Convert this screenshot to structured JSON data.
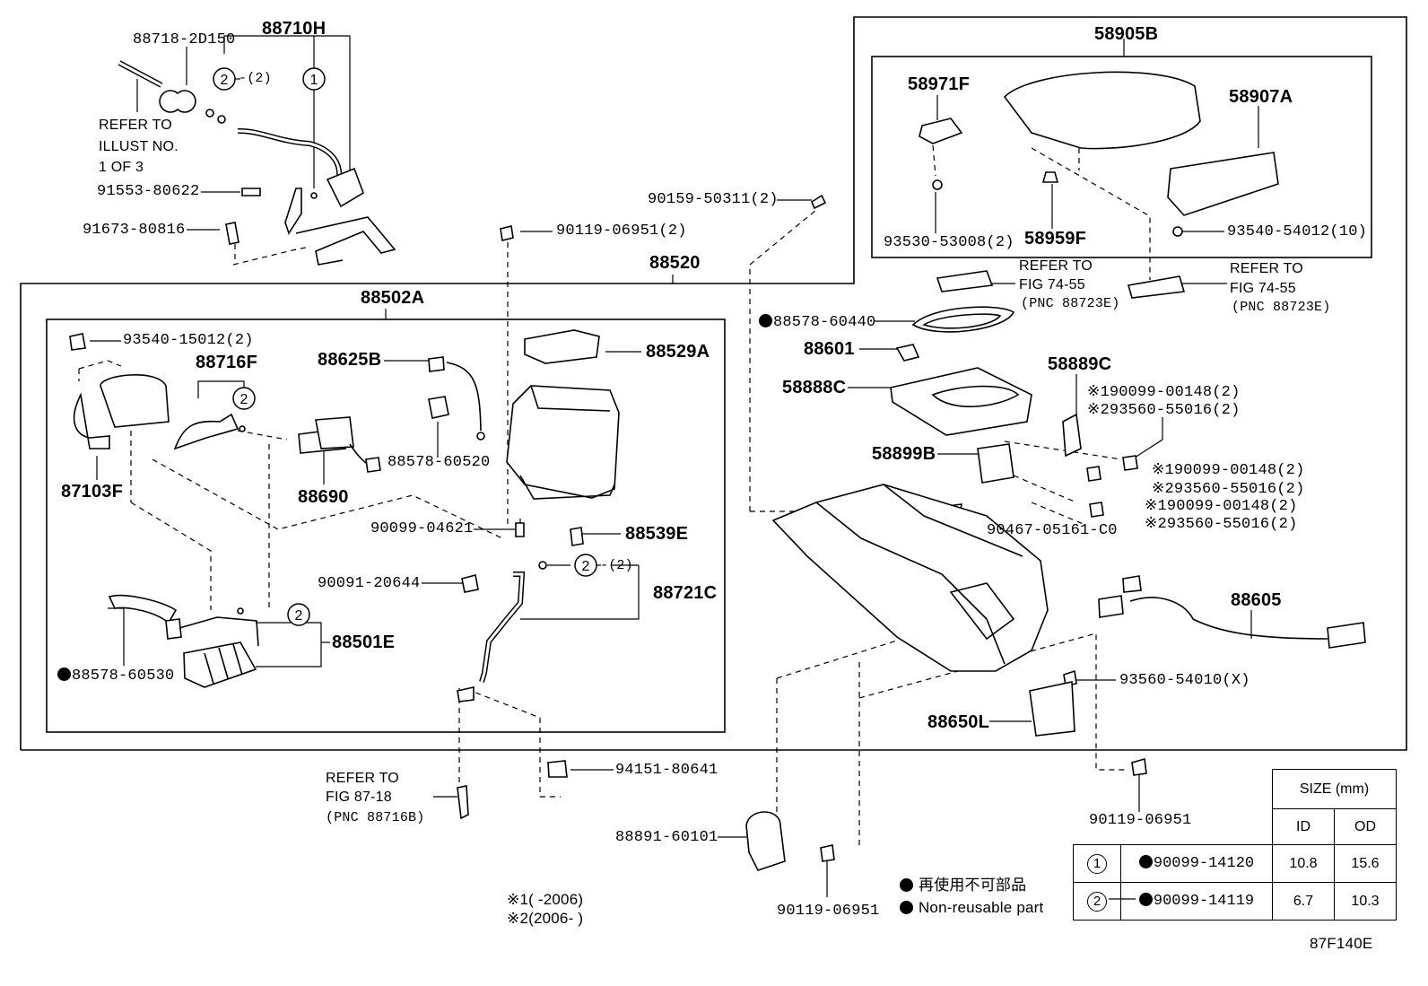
{
  "diagram_code": "87F140E",
  "labels": {
    "p88710H": "88710H",
    "p88718": "88718-2D150",
    "refer_illust_1": "REFER TO",
    "refer_illust_2": "ILLUST NO.",
    "refer_illust_3": "1 OF 3",
    "p91553": "91553-80622",
    "p91673": "91673-80816",
    "c2_qty_top": "-(2)",
    "p90119_top": "90119-06951(2)",
    "p90159": "90159-50311(2)",
    "p88520": "88520",
    "p88502A": "88502A",
    "p93540_15012": "93540-15012(2)",
    "p88716F": "88716F",
    "p88625B": "88625B",
    "p88529A": "88529A",
    "p87103F": "87103F",
    "p88578_60520": "88578-60520",
    "p88690": "88690",
    "p90099_04621": "90099-04621",
    "p88539E": "88539E",
    "p90091": "90091-20644",
    "c2_qty_mid": "-(2)",
    "p88721C": "88721C",
    "p88501E": "88501E",
    "p88578_60530": "88578-60530",
    "refer_fig87_1": "REFER TO",
    "refer_fig87_2": "FIG 87-18",
    "refer_fig87_3": "(PNC 88716B)",
    "p94151": "94151-80641",
    "p88891": "88891-60101",
    "p90119_bottom": "90119-06951",
    "note1": "※1(      -2006)",
    "note2": "※2(2006-      )",
    "legend_jp": "再使用不可部品",
    "legend_en": "Non-reusable part",
    "p58905B": "58905B",
    "p58971F": "58971F",
    "p58907A": "58907A",
    "p93530": "93530-53008(2)",
    "p58959F": "58959F",
    "p93540_54012": "93540-54012(10)",
    "refer_fig74a_1": "REFER TO",
    "refer_fig74a_2": "FIG 74-55",
    "refer_fig74a_3": "(PNC 88723E)",
    "refer_fig74b_1": "REFER TO",
    "refer_fig74b_2": "FIG 74-55",
    "refer_fig74b_3": "(PNC 88723E)",
    "p88578_60440": "88578-60440",
    "p88601": "88601",
    "p58889C": "58889C",
    "p58888C": "58888C",
    "p190099_a": "※190099-00148(2)",
    "p293560_a": "※293560-55016(2)",
    "p58899B": "58899B",
    "p190099_b": "※190099-00148(2)",
    "p293560_b": "※293560-55016(2)",
    "p190099_c": "※190099-00148(2)",
    "p293560_c": "※293560-55016(2)",
    "p90467": "90467-05161-C0",
    "p88605": "88605",
    "p93560_54010": "93560-54010(X)",
    "p88650L": "88650L",
    "p90119_right": "90119-06951",
    "p90119_table_left": "90119-06951"
  },
  "circle_marks": {
    "one": "1",
    "two": "2"
  },
  "size_table": {
    "header": "SIZE (mm)",
    "col_id": "ID",
    "col_od": "OD",
    "rows": [
      {
        "mark": "1",
        "part": "90099-14120",
        "id": "10.8",
        "od": "15.6"
      },
      {
        "mark": "2",
        "part": "90099-14119",
        "id": "6.7",
        "od": "10.3"
      }
    ]
  }
}
